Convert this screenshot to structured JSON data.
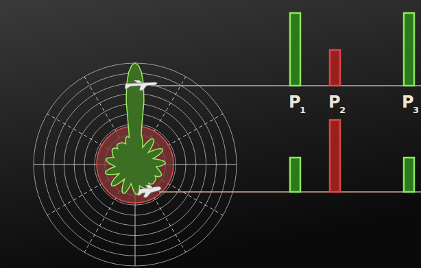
{
  "diagram": {
    "labels": [
      "P",
      "1",
      "P",
      "2",
      "P",
      "3"
    ]
  }
}
